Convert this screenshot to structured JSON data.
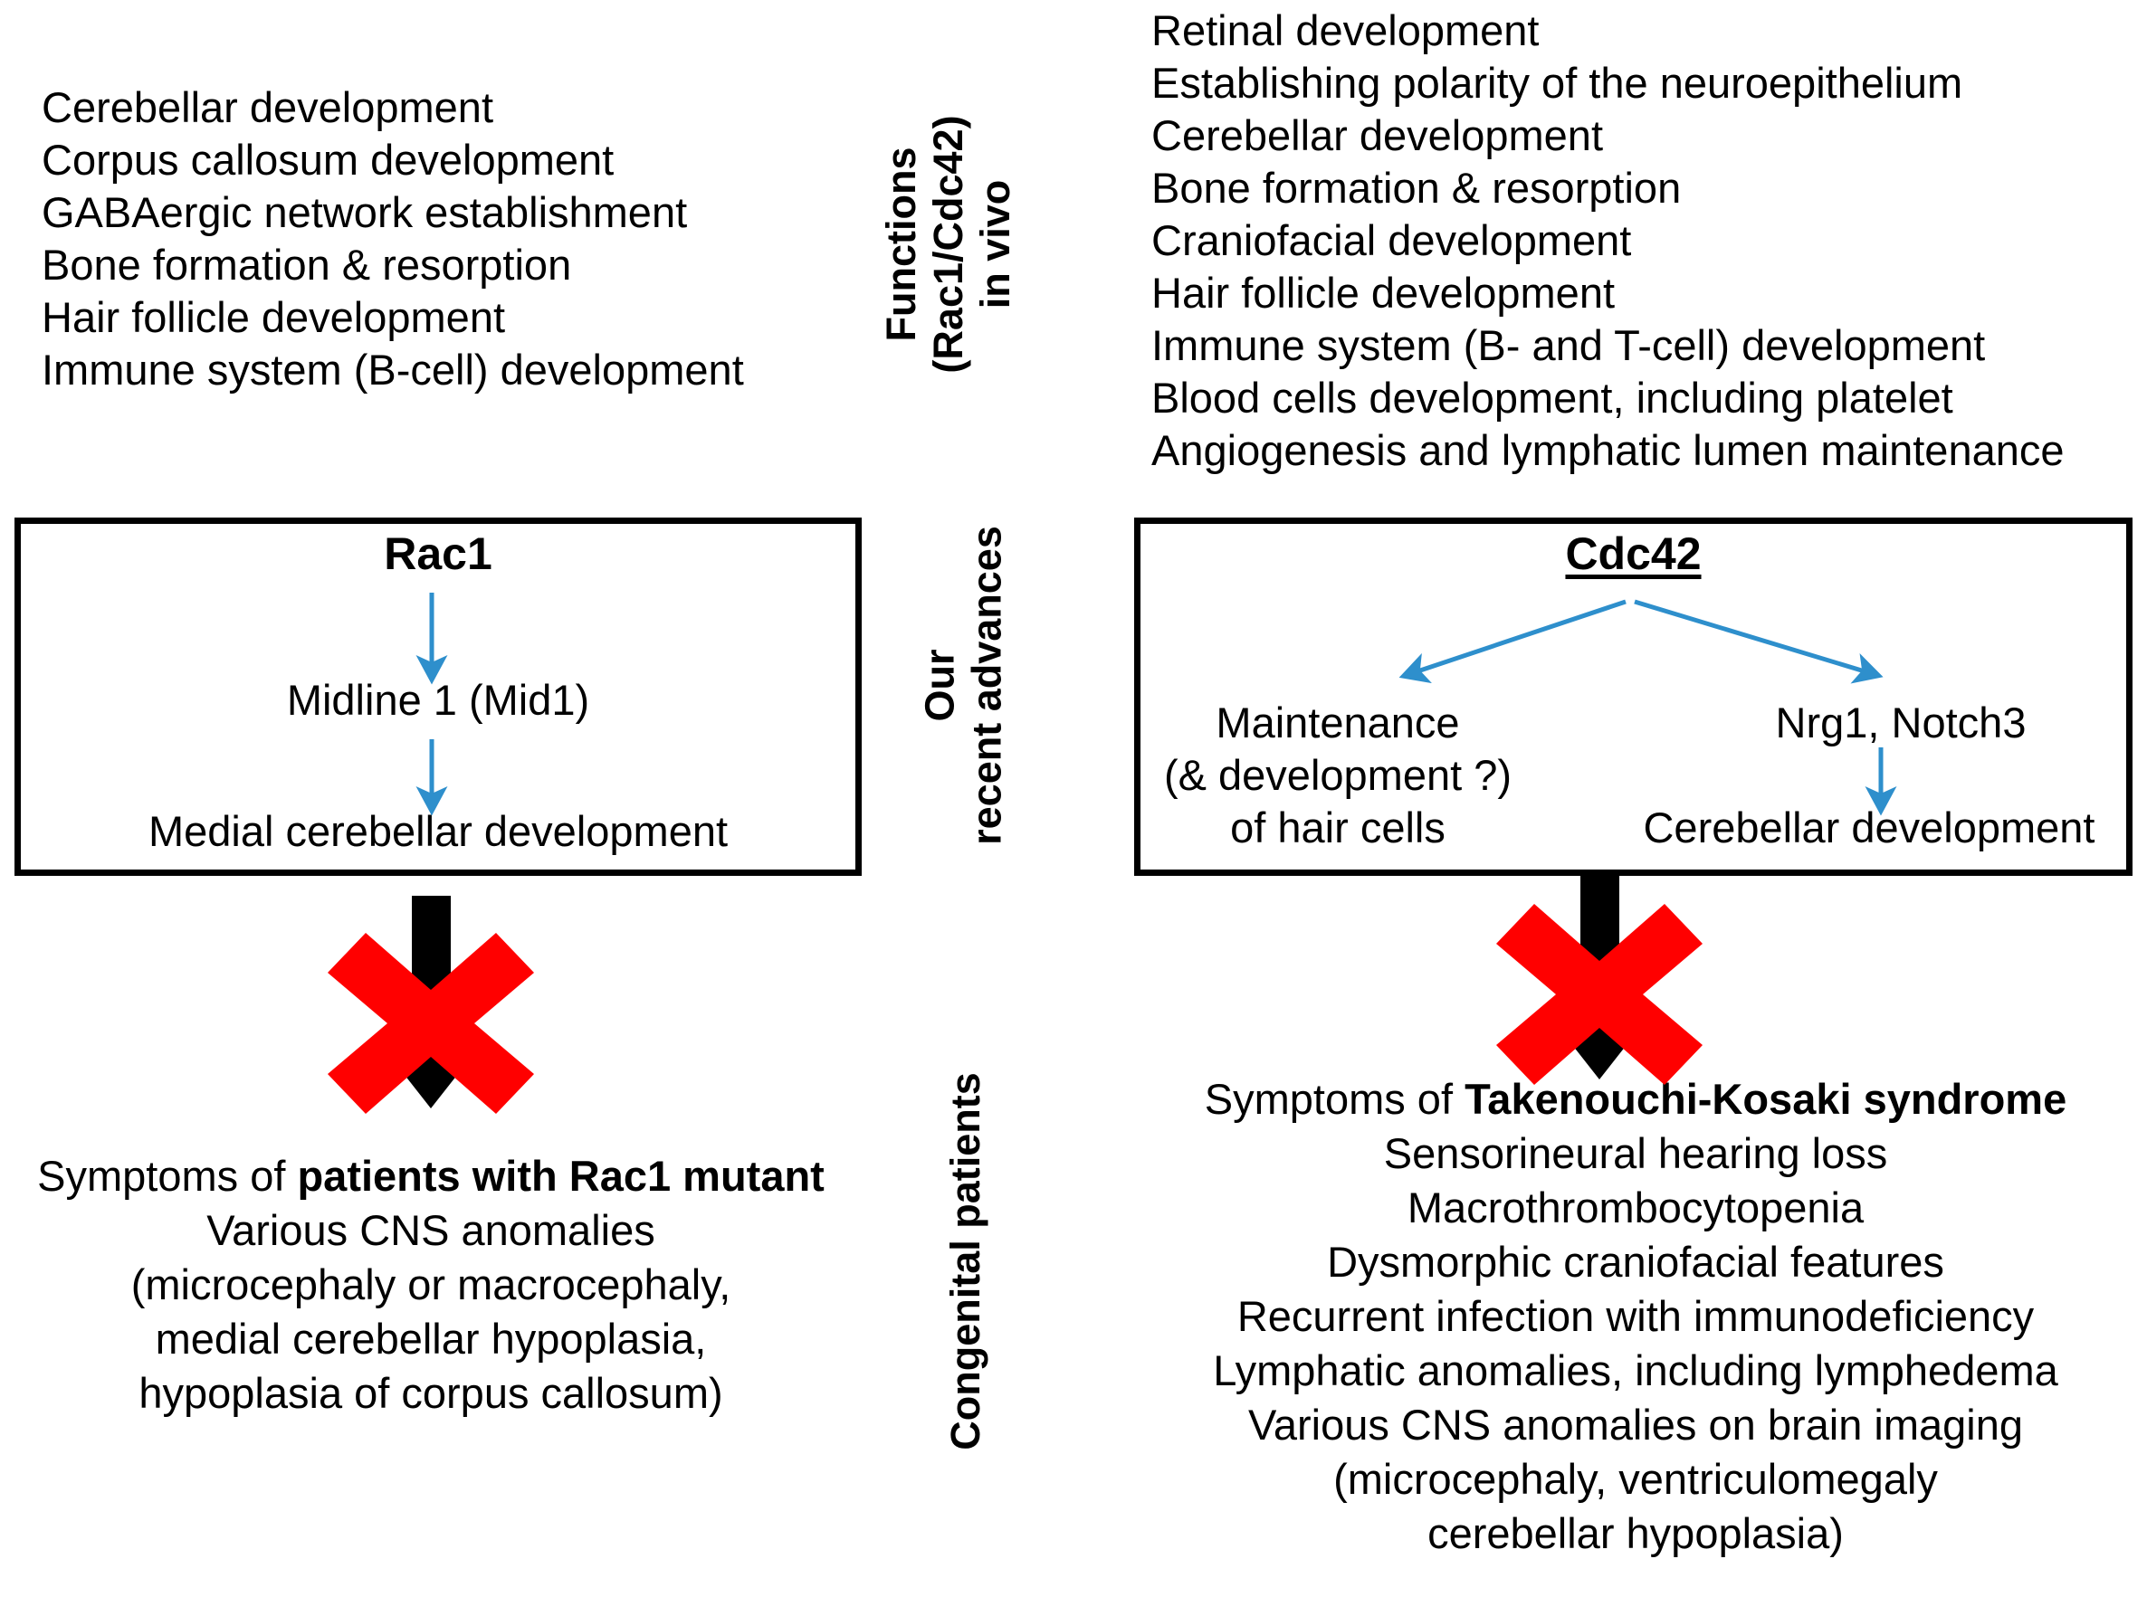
{
  "meta": {
    "colors": {
      "text": "#000000",
      "box_border": "#000000",
      "arrow_blue": "#2E8FCC",
      "x_mark_red": "#FF0000",
      "thick_arrow_black": "#000000",
      "background": "#FFFFFF"
    }
  },
  "row_labels": {
    "functions": {
      "line1": "Functions",
      "line2": "(Rac1/Cdc42)",
      "line3": "in vivo"
    },
    "advances": {
      "line1": "Our",
      "line2": "recent advances"
    },
    "patients": {
      "line1": "Congenital patients"
    }
  },
  "left_column": {
    "functions_list": [
      "Cerebellar development",
      "Corpus callosum development",
      "GABAergic network establishment",
      "Bone formation & resorption",
      "Hair follicle development",
      "Immune system (B-cell) development"
    ],
    "box": {
      "title": "Rac1",
      "node_mid": "Midline 1 (Mid1)",
      "node_out": "Medial cerebellar development"
    },
    "symptoms": {
      "heading_prefix": "Symptoms of ",
      "heading_bold": "patients with Rac1 mutant",
      "lines": [
        "Various CNS anomalies",
        "(microcephaly or macrocephaly,",
        "medial cerebellar hypoplasia,",
        "hypoplasia of corpus callosum)"
      ]
    }
  },
  "right_column": {
    "functions_list": [
      "Retinal development",
      "Establishing polarity of the neuroepithelium",
      "Cerebellar development",
      "Bone formation & resorption",
      "Craniofacial development",
      "Hair follicle development",
      "Immune system (B- and T-cell) development",
      "Blood cells development, including platelet",
      "Angiogenesis and lymphatic lumen maintenance"
    ],
    "box": {
      "title": "Cdc42",
      "branch_left": {
        "line1": "Maintenance",
        "line2": "(& development ?)",
        "line3": "of hair cells"
      },
      "branch_right": {
        "line1": "Nrg1, Notch3",
        "line2": "Cerebellar development"
      }
    },
    "symptoms": {
      "heading_prefix": "Symptoms of ",
      "heading_bold": "Takenouchi-Kosaki syndrome",
      "lines": [
        "Sensorineural hearing loss",
        "Macrothrombocytopenia",
        "Dysmorphic craniofacial features",
        "Recurrent infection with immunodeficiency",
        "Lymphatic anomalies, including lymphedema",
        "Various CNS anomalies on brain imaging",
        "(microcephaly, ventriculomegaly",
        "cerebellar hypoplasia)"
      ]
    }
  },
  "icons": {
    "block_x": "red-x-block-icon",
    "down_arrow": "thick-down-arrow-icon",
    "thin_arrow": "thin-blue-arrow-icon"
  }
}
